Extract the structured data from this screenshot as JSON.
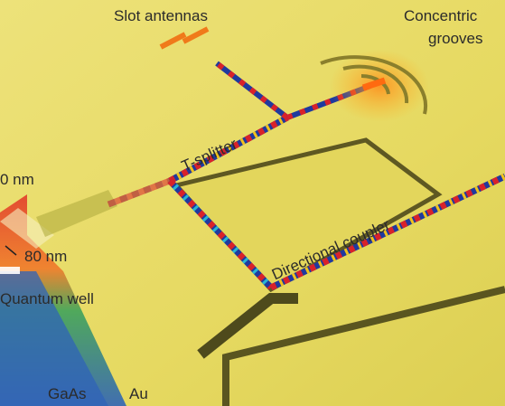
{
  "labels": {
    "slot_antennas": "Slot antennas",
    "concentric_grooves_line1": "Concentric",
    "concentric_grooves_line2": "grooves",
    "t_splitter": "T-splitter",
    "directional_coupler": "Directional coupler",
    "width_partial": "0 nm",
    "gap_80": "80 nm",
    "quantum_well": "Quantum well",
    "gaas": "GaAs",
    "au": "Au"
  },
  "colors": {
    "gold_surface": "#e8dc6a",
    "groove_shadow": "#6b6526",
    "mode_blue": "#1f3a9e",
    "mode_red": "#d8222a",
    "mode_yellow": "#f2c21a",
    "mode_cyan": "#29b6d4",
    "quantum_well_red": "#e23b2a",
    "gaas_blue": "#2f63b8"
  }
}
